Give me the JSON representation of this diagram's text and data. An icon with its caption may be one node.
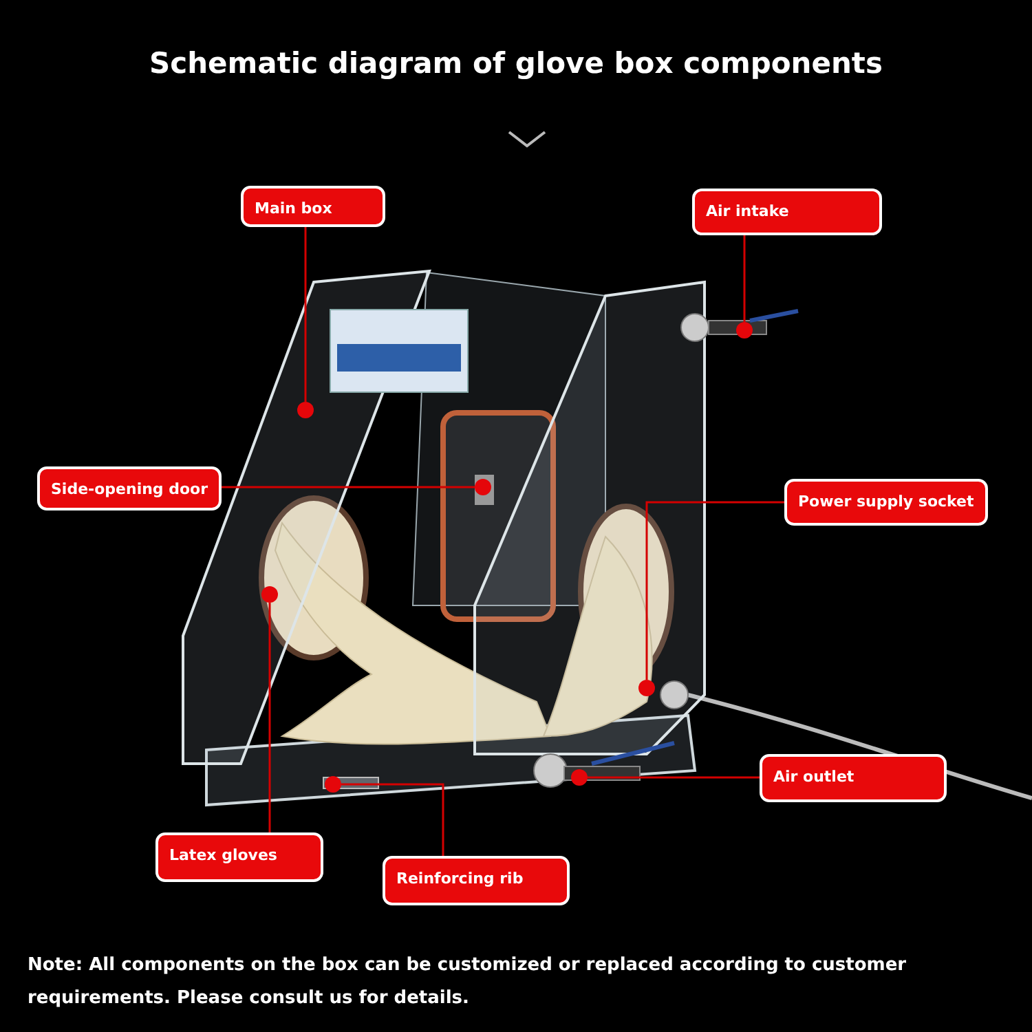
{
  "diagram": {
    "title": "Schematic diagram of glove box components",
    "nodes": [
      {
        "text": [
          "Main box"
        ]
      },
      {
        "text": [
          "Air intake"
        ]
      },
      {
        "text": [
          "Side-opening door"
        ]
      },
      {
        "text": [
          "Power supply socket"
        ]
      },
      {
        "text": [
          "Air outlet"
        ]
      },
      {
        "text": [
          "Latex gloves"
        ]
      },
      {
        "text": [
          "Reinforcing rib"
        ]
      },
      {
        "text": [],
        "shape": "circle"
      },
      {
        "text": [],
        "shape": "circle"
      },
      {
        "text": [],
        "shape": "circle"
      },
      {
        "text": [],
        "shape": "circle"
      },
      {
        "text": [],
        "shape": "circle"
      },
      {
        "text": [],
        "shape": "circle"
      },
      {
        "text": [],
        "shape": "circle"
      }
    ],
    "edges": [
      {
        "from": 0,
        "to": 8,
        "arrow": "none"
      },
      {
        "from": 1,
        "to": 7,
        "arrow": "none"
      },
      {
        "from": 2,
        "to": 9,
        "arrow": "none"
      },
      {
        "from": 3,
        "to": 11,
        "arrow": "none"
      },
      {
        "from": 4,
        "to": 12,
        "arrow": "none"
      },
      {
        "from": 5,
        "to": 10,
        "arrow": "none"
      },
      {
        "from": 6,
        "to": 13,
        "arrow": "none"
      }
    ],
    "labels": [
      "Note: All components on the box can be customized or replaced according to customer requirements. Please consult us for details."
    ]
  }
}
